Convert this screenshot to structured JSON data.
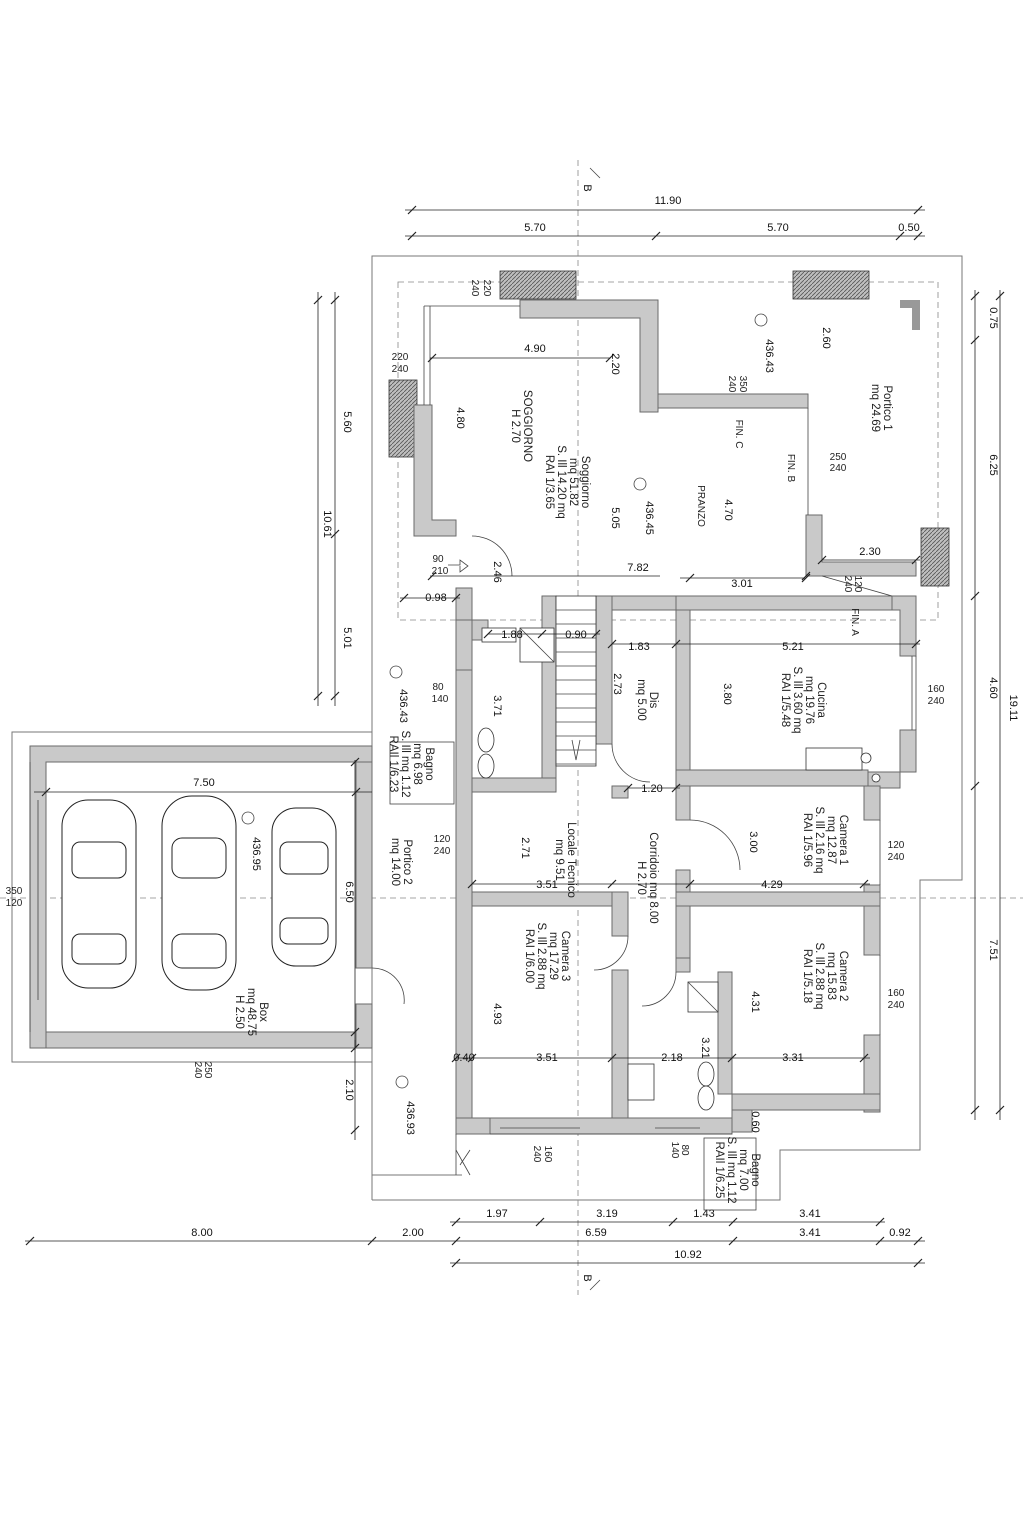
{
  "section_marks": {
    "top": "B",
    "bottom": "B"
  },
  "dims": {
    "top_overall": "11.90",
    "top_left": "5.70",
    "top_mid": "5.70",
    "top_right": "0.50",
    "right_0": "0.75",
    "right_1": "6.25",
    "right_2": "4.60",
    "right_3": "7.51",
    "right_total": "19.11",
    "left_upper": "5.60",
    "left_mid": "5.01",
    "left_total": "10.61",
    "box_width": "7.50",
    "box_height": "6.50",
    "box_offset": "2.10",
    "bottom_1": "1.97",
    "bottom_2": "3.19",
    "bottom_3": "1.43",
    "bottom_4": "3.41",
    "bottom_a": "8.00",
    "bottom_b": "2.00",
    "bottom_c": "6.59",
    "bottom_d": "3.41",
    "bottom_e": "0.92",
    "bottom_total": "10.92",
    "sog_w": "4.90",
    "sog_h": "4.80",
    "sog_220": "2.20",
    "sog_505": "5.05",
    "pranzo_470": "4.70",
    "portico_260": "2.60",
    "d_246": "2.46",
    "d_782": "7.82",
    "d_301": "3.01",
    "d_230": "2.30",
    "d_098": "0.98",
    "d_188": "1.88",
    "d_090": "0.90",
    "d_183": "1.83",
    "d_521": "5.21",
    "d_371": "3.71",
    "d_273": "2.73",
    "d_380": "3.80",
    "d_120": "1.20",
    "d_271": "2.71",
    "d_300": "3.00",
    "d_351a": "3.51",
    "d_429": "4.29",
    "d_493": "4.93",
    "d_431": "4.31",
    "d_040": "0.40",
    "d_351b": "3.51",
    "d_218": "2.18",
    "d_321": "3.21",
    "d_331": "3.31",
    "d_060": "0.60"
  },
  "openings": {
    "o_220_240_top_a": "220",
    "o_220_240_top_b": "240",
    "o_220_240_left_a": "220",
    "o_220_240_left_b": "240",
    "o_350_240_a": "350",
    "o_350_240_b": "240",
    "o_250_240_a": "250",
    "o_250_240_b": "240",
    "o_90_210_a": "90",
    "o_90_210_b": "210",
    "o_120_240_fin_a": "120",
    "o_120_240_fin_b": "240",
    "o_80_140_a": "80",
    "o_80_140_b": "140",
    "o_160_240_cucina_a": "160",
    "o_160_240_cucina_b": "240",
    "o_120_240_loc_a": "120",
    "o_120_240_loc_b": "240",
    "o_120_240_cam1_a": "120",
    "o_120_240_cam1_b": "240",
    "o_160_240_cam2_a": "160",
    "o_160_240_cam2_b": "240",
    "o_350_120_a": "350",
    "o_350_120_b": "120",
    "o_250_240_box_a": "250",
    "o_250_240_box_b": "240",
    "o_160_240_cam3_a": "160",
    "o_160_240_cam3_b": "240",
    "o_80_140_bagno2_a": "80",
    "o_80_140_bagno2_b": "140"
  },
  "levels": {
    "l1": "436.43",
    "l2": "436.45",
    "l3": "436.43",
    "l4": "436.95",
    "l5": "436.93"
  },
  "labels": {
    "fin_c": "FIN. C",
    "fin_b": "FIN. B",
    "fin_a": "FIN. A",
    "pranzo": "PRANZO"
  },
  "rooms": {
    "soggiorno_caps": [
      "SOGGIORNO",
      "H 2.70"
    ],
    "soggiorno": [
      "Soggiorno",
      "mq 51.82",
      "S. Ill  14.20 mq",
      "RAI 1/3.65"
    ],
    "portico1": [
      "Portico 1",
      "mq 24.69"
    ],
    "dis": [
      "Dis",
      "mq 5.00"
    ],
    "cucina": [
      "Cucina",
      "mq 19.76",
      "S. Ill  3.60 mq",
      "RAI 1/5.48"
    ],
    "bagno1": [
      "Bagno",
      "mq 6.98",
      "S. Ill  mq 1.12",
      "RAIl 1/6.23"
    ],
    "portico2": [
      "Portico 2",
      "mq 14.00"
    ],
    "locale_tecnico": [
      "Locale Tecnico",
      "mq 9.51"
    ],
    "corridoio": [
      "Corridoio mq 8.00",
      "H 2.70"
    ],
    "camera1": [
      "Camera 1",
      "mq 12.87",
      "S. Ill  2.16 mq",
      "RAI 1/5.96"
    ],
    "camera2": [
      "Camera 2",
      "mq 15.83",
      "S. Ill  2.88 mq",
      "RAI 1/5.18"
    ],
    "camera3": [
      "Camera 3",
      "mq 17.29",
      "S. Ill  2.88 mq",
      "RAI 1/6.00"
    ],
    "box": [
      "Box",
      "mq 48.75",
      "H 2.50"
    ],
    "bagno2": [
      "Bagno",
      "mq 7.00",
      "S. Ill mq 1.12",
      "RAIl 1/6.25"
    ]
  }
}
